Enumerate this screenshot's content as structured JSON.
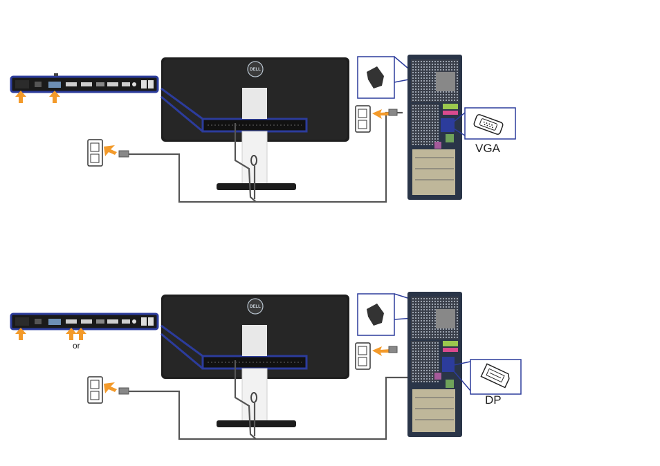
{
  "diagrams": [
    {
      "connector_label": "VGA",
      "connector_icon": "vga-connector-icon",
      "alt_label": "",
      "brand": "DELL",
      "colors": {
        "highlight": "#2c3c9c",
        "arrow": "#f39a2a",
        "cable": "#555555",
        "panel": "#1a1a1a"
      }
    },
    {
      "connector_label": "DP",
      "connector_icon": "displayport-connector-icon",
      "alt_label": "or",
      "brand": "DELL",
      "colors": {
        "highlight": "#2c3c9c",
        "arrow": "#f39a2a",
        "cable": "#555555",
        "panel": "#1a1a1a"
      }
    }
  ]
}
